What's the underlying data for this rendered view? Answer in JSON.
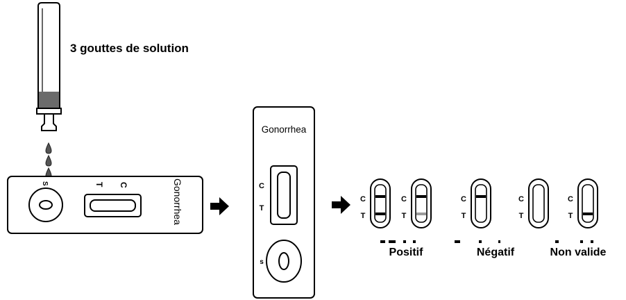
{
  "instruction": "3 gouttes de solution",
  "cassette_horizontal": {
    "brand": "Gonorrhea",
    "sample_mark": "S",
    "test_mark": "T",
    "control_mark": "C"
  },
  "cassette_vertical": {
    "brand": "Gonorrhea",
    "control_mark": "C",
    "test_mark": "T",
    "sample_mark": "s"
  },
  "results": {
    "control_mark": "C",
    "test_mark": "T",
    "captions": {
      "positive": "Positif",
      "negative": "Négatif",
      "invalid": "Non valide"
    },
    "band_colors": {
      "strong": "#000000",
      "faint": "#9a9a9a"
    }
  },
  "colors": {
    "line": "#000000",
    "reagent": "#6b6b6b",
    "drop": "#555555",
    "background": "#ffffff"
  }
}
